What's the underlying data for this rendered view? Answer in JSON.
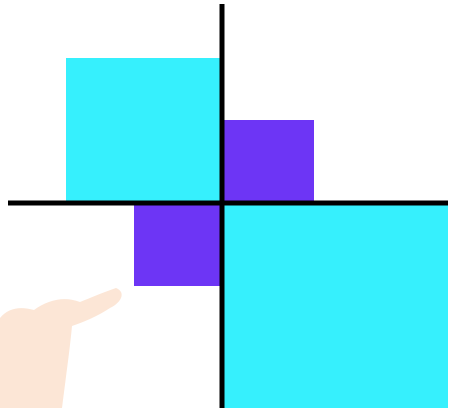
{
  "colors": {
    "background": "#ffffff",
    "axis": "#000000",
    "large_square": "#36F0FD",
    "small_square": "#6D35F5",
    "faded_figure": "#FCE6D6"
  },
  "diagram": {
    "axes": [
      "horizontal-axis",
      "vertical-axis"
    ],
    "squares": [
      {
        "name": "square-top-left-large",
        "color_key": "large_square"
      },
      {
        "name": "square-top-right-small",
        "color_key": "small_square"
      },
      {
        "name": "square-bottom-left-small",
        "color_key": "small_square"
      },
      {
        "name": "square-bottom-right-large",
        "color_key": "large_square"
      }
    ],
    "decorations": [
      "faded-hand-figure"
    ]
  }
}
